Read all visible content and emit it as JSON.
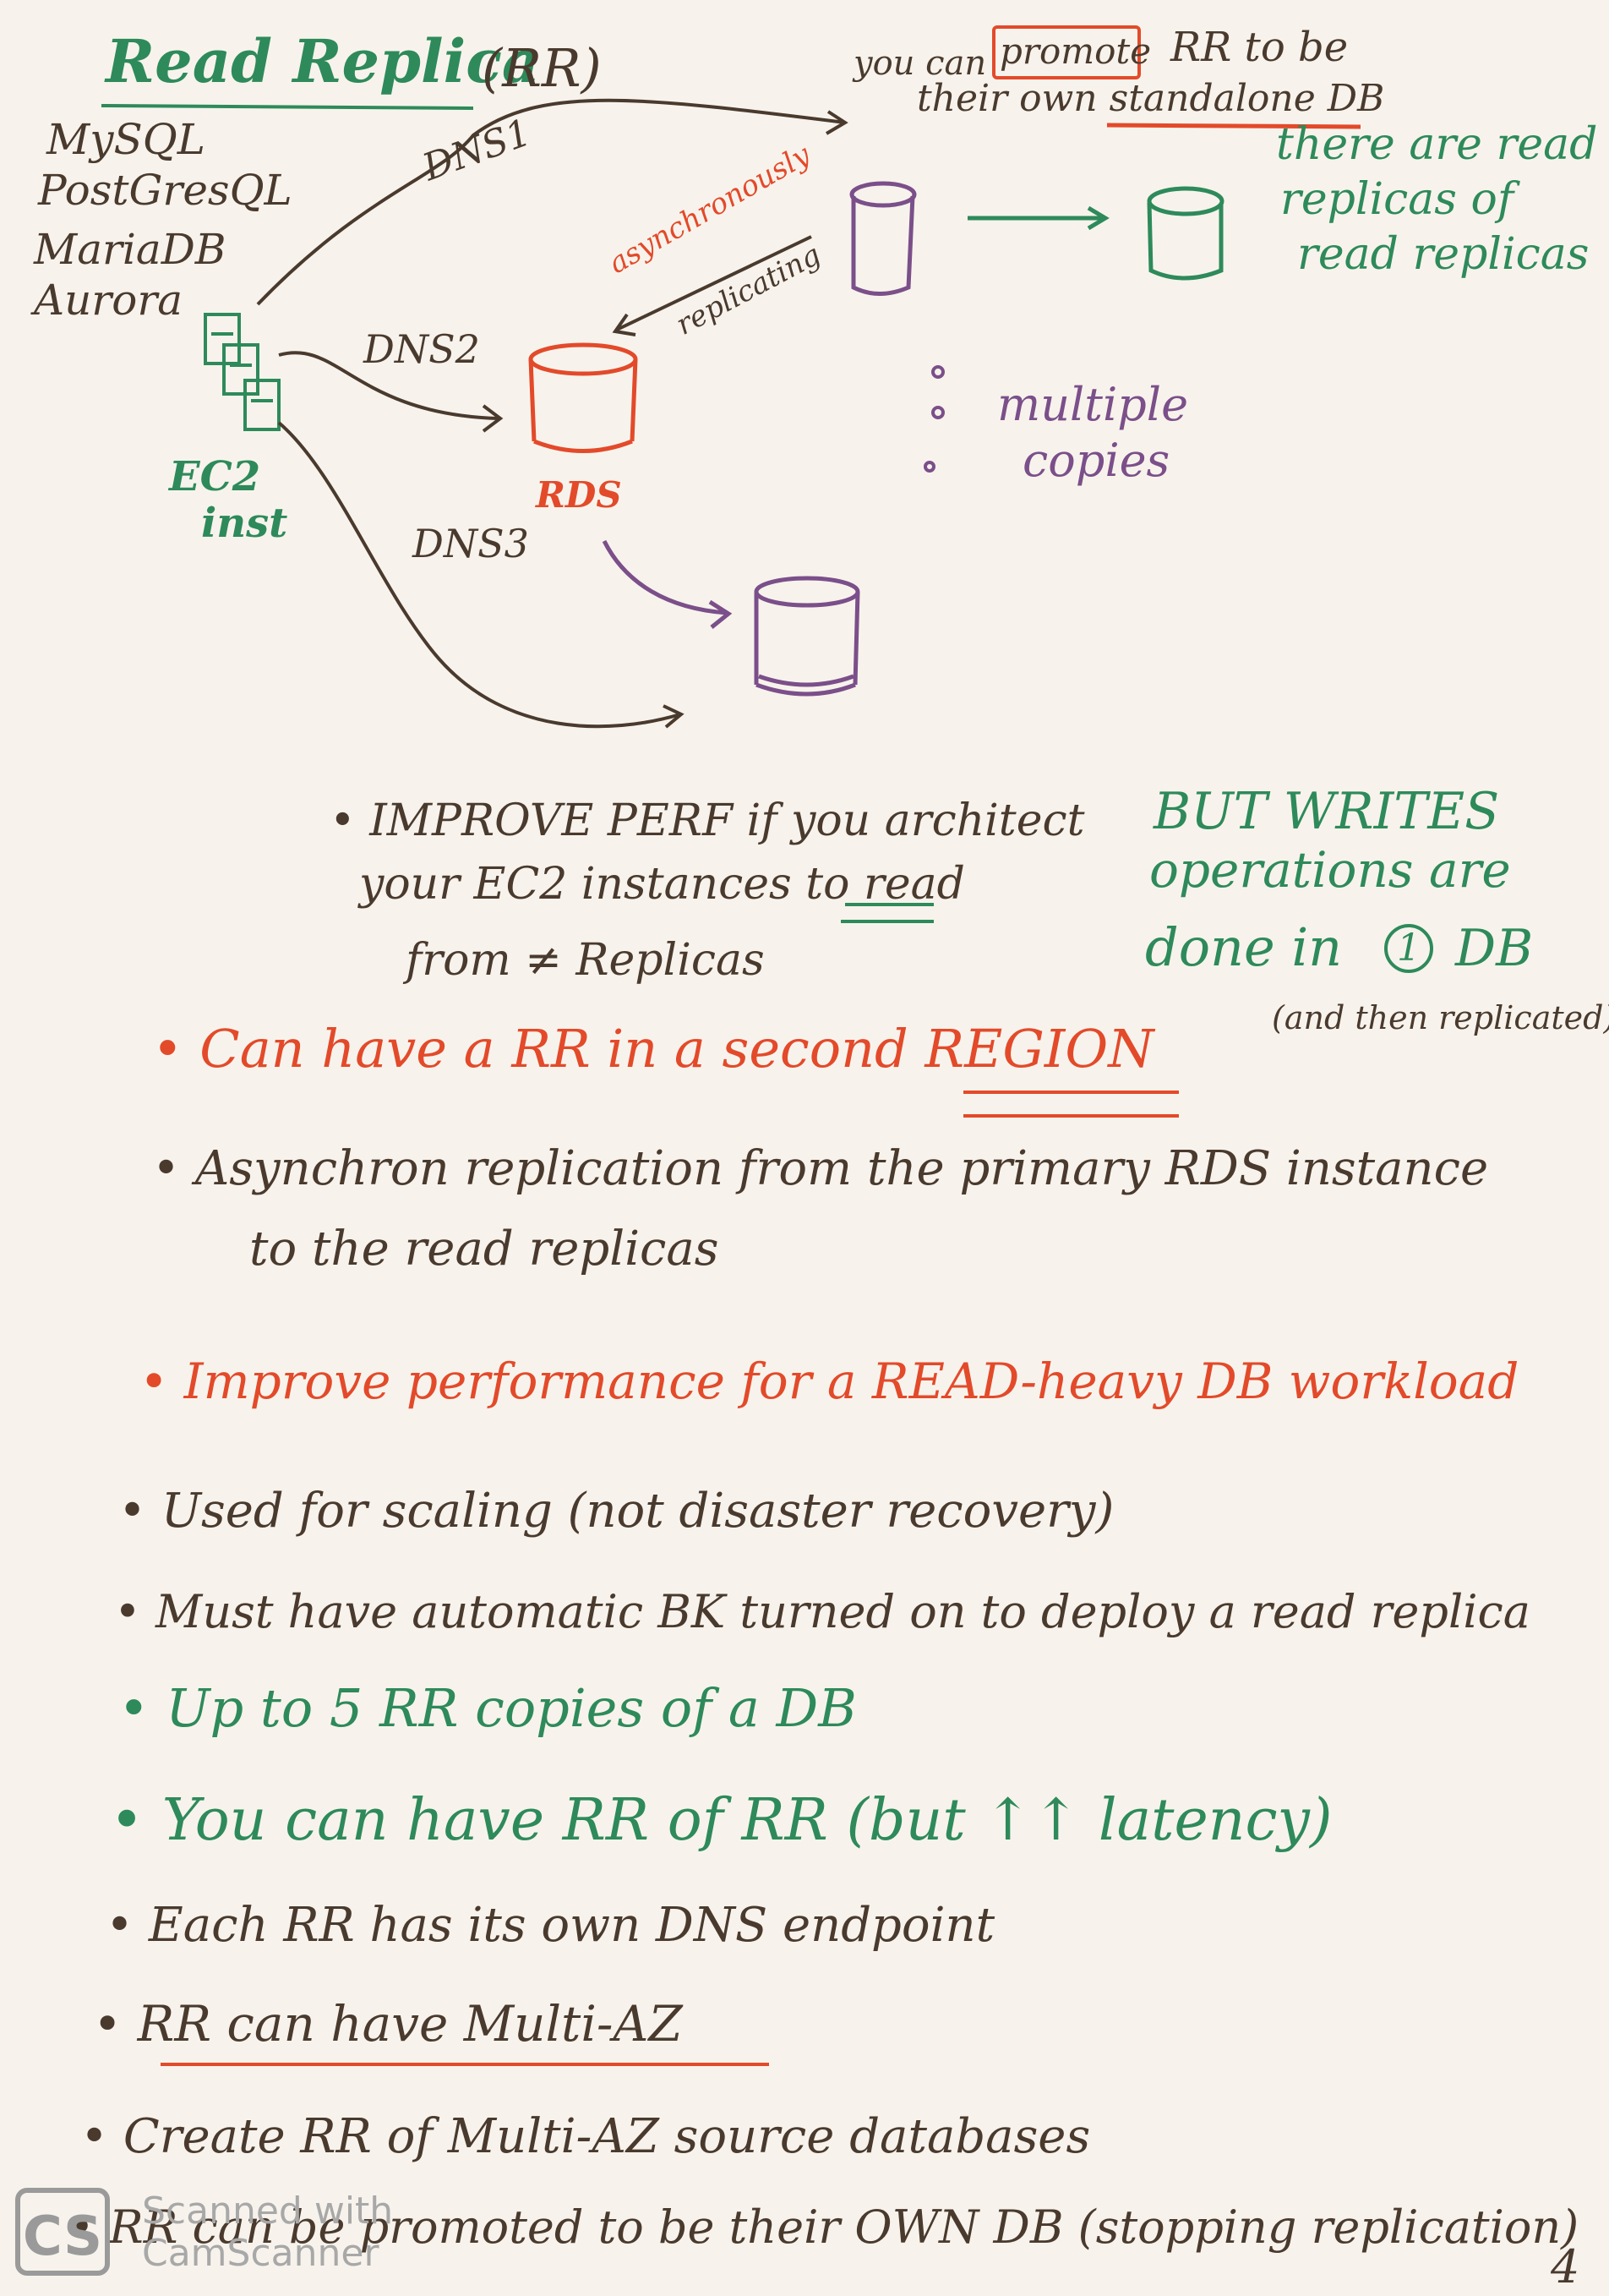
{
  "title": "Read Replica",
  "title_abbr": "(RR)",
  "engines": [
    "MySQL",
    "PostGresQL",
    "MariaDB",
    "Aurora"
  ],
  "ec2_label": [
    "EC2",
    "inst"
  ],
  "dns_labels": [
    "DNS1",
    "DNS2",
    "DNS3"
  ],
  "rds_label": "RDS",
  "async_label": [
    "asynchronously",
    "replicating"
  ],
  "multiple_copies": [
    "multiple",
    "copies"
  ],
  "promote_note": [
    "you can",
    "promote",
    "RR to be",
    "their own standalone DB"
  ],
  "rr_of_rr_note": [
    "there are read",
    "replicas of",
    "read replicas"
  ],
  "improve_perf_note": [
    "IMPROVE PERF if you architect",
    "your EC2 instances to read",
    "from ≠ Replicas"
  ],
  "writes_note": [
    "BUT WRITES",
    "operations are",
    "done in",
    "1",
    "DB",
    "(and then replicated)"
  ],
  "bullets": [
    {
      "text": "Can have a RR in a second REGION"
    },
    {
      "text": "Asynchron replication from the primary RDS instance",
      "text2": "to the read replicas"
    },
    {
      "text": "Improve performance for a READ-heavy DB workload"
    },
    {
      "text": "Used for scaling (not disaster recovery)"
    },
    {
      "text": "Must have automatic BK turned on to deploy a read replica"
    },
    {
      "text": "Up to 5 RR copies of a DB"
    },
    {
      "text": "You can have RR of RR (but ↑↑ latency)"
    },
    {
      "text": "Each RR has its own DNS endpoint"
    },
    {
      "text": "RR can have Multi-AZ"
    },
    {
      "text": "Create RR of Multi-AZ source databases"
    },
    {
      "text": "RR can be promoted to be their OWN DB (stopping replication)"
    }
  ],
  "page_number": "4",
  "watermark": {
    "logo": "CS",
    "line1": "Scanned with",
    "line2": "CamScanner"
  },
  "colors": {
    "green": "#2e8a5a",
    "dark": "#4a3a2e",
    "red": "#e34a2a",
    "purple": "#7b4f8a",
    "paper": "#f7f3ec"
  }
}
